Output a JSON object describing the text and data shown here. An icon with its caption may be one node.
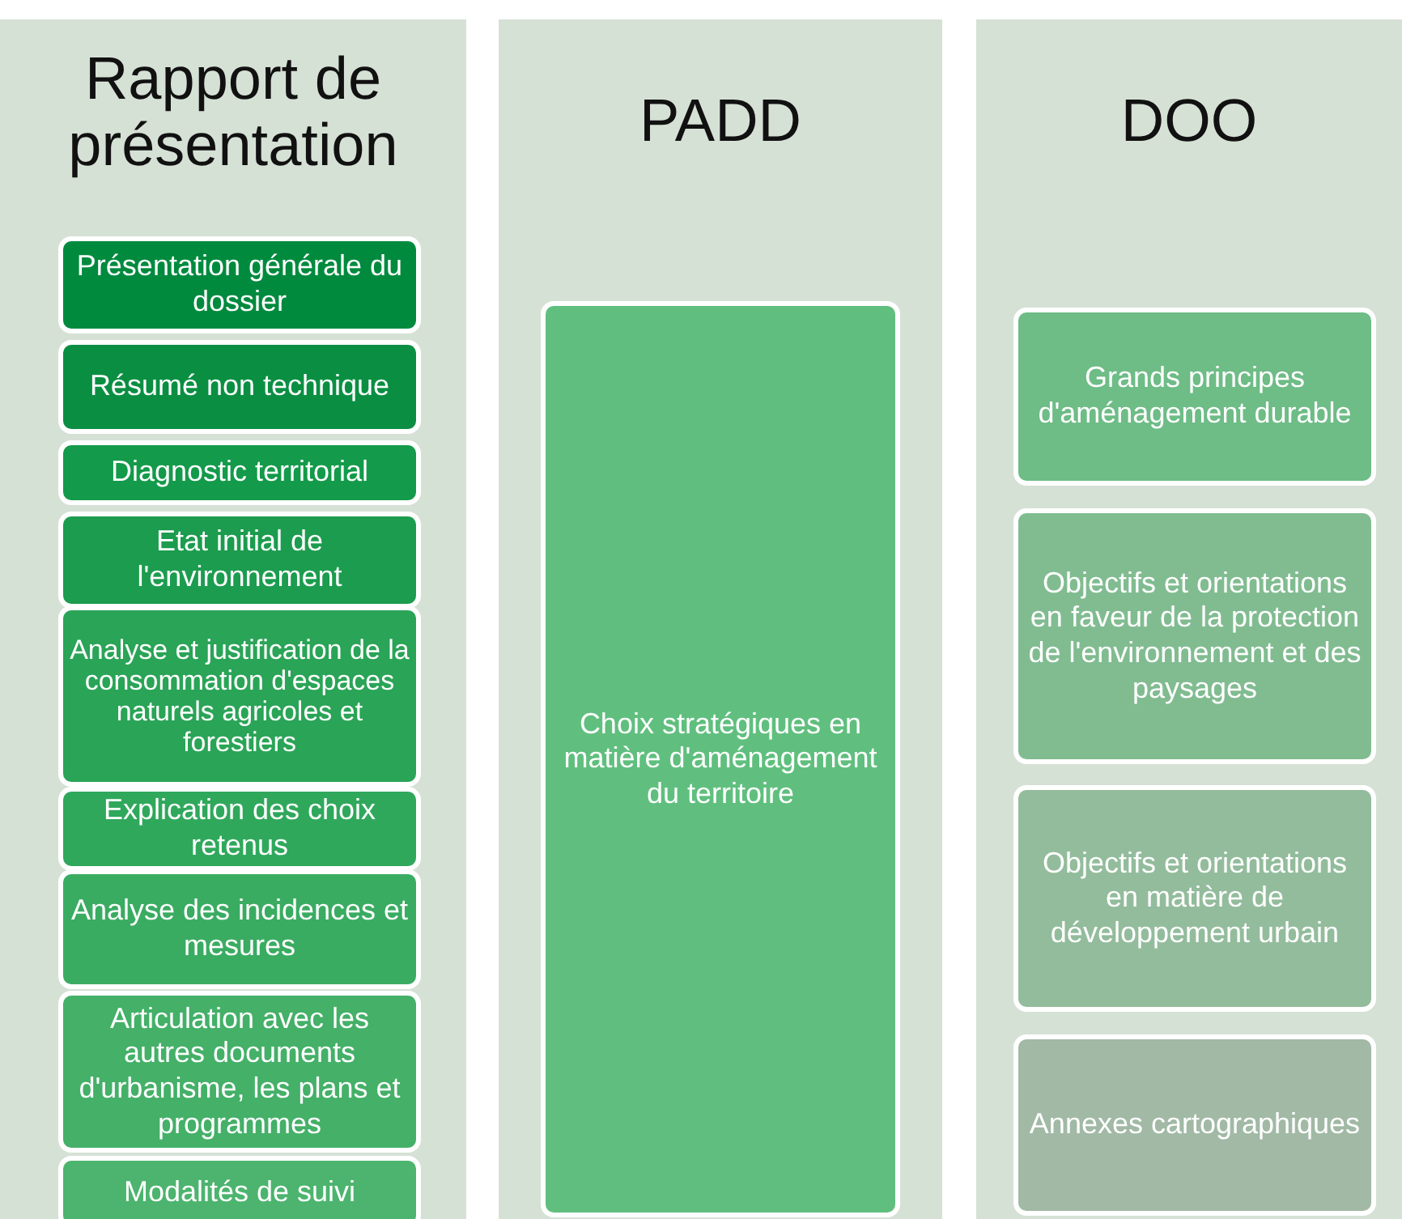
{
  "diagram": {
    "nodes": [
      {
        "text": [
          "Rapport de présentation"
        ]
      },
      {
        "text": [
          "Présentation générale du dossier"
        ],
        "in": 0
      },
      {
        "text": [
          "Résumé non technique"
        ],
        "in": 0
      },
      {
        "text": [
          "Diagnostic territorial"
        ],
        "in": 0
      },
      {
        "text": [
          "Etat initial de l'environnement"
        ],
        "in": 0
      },
      {
        "text": [
          "Analyse et justification  de la consommation d'espaces naturels agricoles et forestiers"
        ],
        "in": 0
      },
      {
        "text": [
          "Explication des choix retenus"
        ],
        "in": 0
      },
      {
        "text": [
          "Analyse des incidences et mesures"
        ],
        "in": 0
      },
      {
        "text": [
          "Articulation avec les autres documents d'urbanisme, les plans et programmes"
        ],
        "in": 0
      },
      {
        "text": [
          "Modalités de suivi"
        ],
        "in": 0
      },
      {
        "text": [
          "PADD"
        ]
      },
      {
        "text": [
          "Choix stratégiques en matière d'aménagement du territoire"
        ],
        "in": 10
      },
      {
        "text": [
          "DOO"
        ]
      },
      {
        "text": [
          "Grands principes d'aménagement durable"
        ],
        "in": 12
      },
      {
        "text": [
          "Objectifs et orientations en faveur de la protection de l'environnement et des paysages"
        ],
        "in": 12
      },
      {
        "text": [
          "Objectifs et orientations en matière de développement urbain"
        ],
        "in": 12
      },
      {
        "text": [
          "Annexes cartographiques"
        ],
        "in": 12
      }
    ]
  }
}
